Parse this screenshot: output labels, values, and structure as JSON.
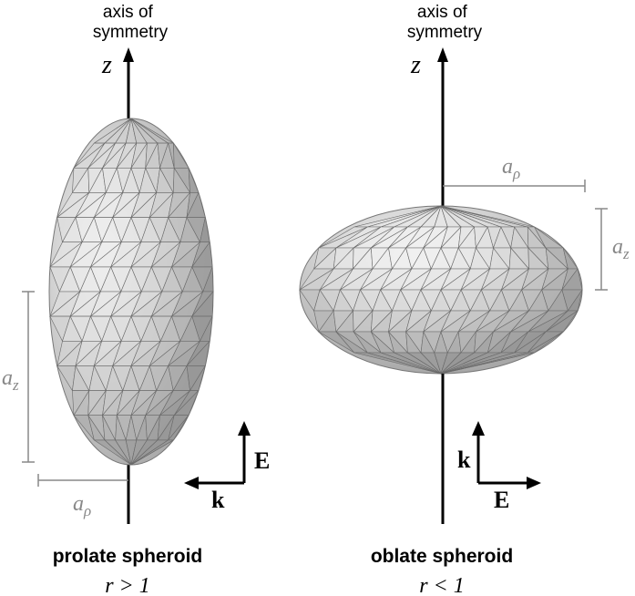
{
  "left": {
    "axis_label": "axis of\nsymmetry",
    "axis_var": "z",
    "dim_z": "a",
    "dim_z_sub": "z",
    "dim_rho": "a",
    "dim_rho_sub": "ρ",
    "vec_E": "E",
    "vec_k": "k",
    "caption": "prolate spheroid",
    "condition": "r > 1"
  },
  "right": {
    "axis_label": "axis of\nsymmetry",
    "axis_var": "z",
    "dim_z": "a",
    "dim_z_sub": "z",
    "dim_rho": "a",
    "dim_rho_sub": "ρ",
    "vec_E": "E",
    "vec_k": "k",
    "caption": "oblate spheroid",
    "condition": "r < 1"
  },
  "colors": {
    "mesh_light": "#e8e8e8",
    "mesh_mid": "#c8c8c8",
    "mesh_dark": "#9a9a9a",
    "mesh_line": "#6a6a6a",
    "dim_line": "#888888",
    "axis": "#000000"
  }
}
